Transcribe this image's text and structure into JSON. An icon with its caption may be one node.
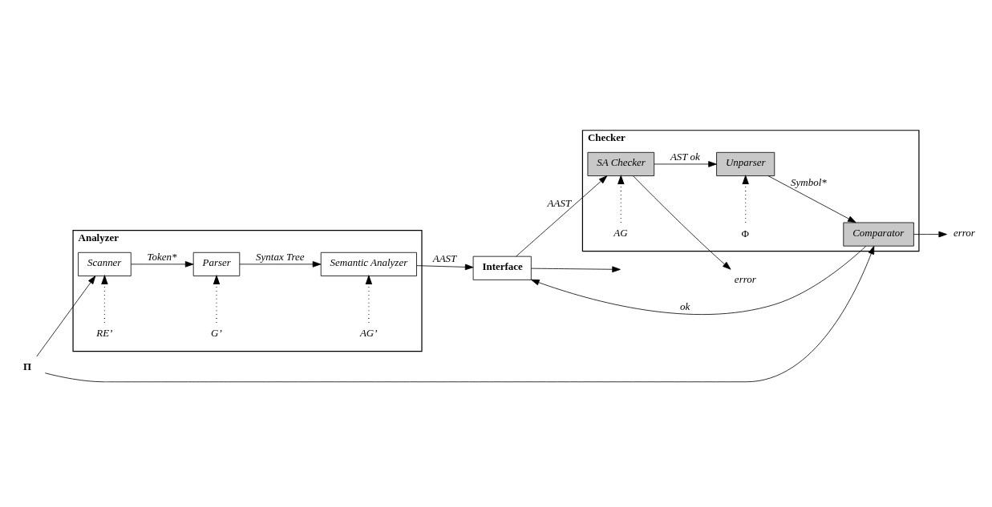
{
  "diagram": {
    "nodes": [
      {
        "text": [
          "Analyzer"
        ]
      },
      {
        "text": [
          "Scanner"
        ],
        "in": 0
      },
      {
        "text": [
          "Parser"
        ],
        "in": 0
      },
      {
        "text": [
          "Semantic Analyzer"
        ],
        "in": 0
      },
      {
        "text": [
          "RE’"
        ],
        "in": 0
      },
      {
        "text": [
          "G’"
        ],
        "in": 0
      },
      {
        "text": [
          "AG’"
        ],
        "in": 0
      },
      {
        "text": [
          "Π"
        ]
      },
      {
        "text": [
          "Interface"
        ]
      },
      {
        "text": [
          "Checker"
        ]
      },
      {
        "text": [
          "Comparator"
        ],
        "in": 9
      },
      {
        "text": [
          "Unparser"
        ],
        "in": 9
      },
      {
        "text": [
          "SA Checker"
        ],
        "in": 9
      },
      {
        "text": [
          "Φ"
        ],
        "in": 9
      },
      {
        "text": [
          "AG"
        ],
        "in": 9
      },
      {
        "text": [
          "error"
        ]
      },
      {
        "text": [
          "error"
        ]
      }
    ],
    "edges": [
      {
        "from": 7,
        "to": 1,
        "arrow": "to"
      },
      {
        "from": 1,
        "to": 2,
        "arrow": "to",
        "label": "Token*"
      },
      {
        "from": 2,
        "to": 3,
        "arrow": "to",
        "label": "Syntax Tree"
      },
      {
        "from": 3,
        "to": 8,
        "arrow": "to",
        "label": "AAST"
      },
      {
        "from": 8,
        "to": null,
        "arrow": "to"
      },
      {
        "from": 4,
        "to": 1,
        "arrow": "to",
        "style": "dashed"
      },
      {
        "from": 5,
        "to": 2,
        "arrow": "to",
        "style": "dashed"
      },
      {
        "from": 6,
        "to": 3,
        "arrow": "to",
        "style": "dashed"
      },
      {
        "from": 8,
        "to": 12,
        "arrow": "to",
        "label": "AAST"
      },
      {
        "from": 12,
        "to": 11,
        "arrow": "to",
        "label": "AST ok"
      },
      {
        "from": 11,
        "to": 10,
        "arrow": "to",
        "label": "Symbol*"
      },
      {
        "from": 10,
        "to": 8,
        "arrow": "to",
        "label": "ok"
      },
      {
        "from": 7,
        "to": 10,
        "arrow": "to"
      },
      {
        "from": 10,
        "to": 15,
        "arrow": "to"
      },
      {
        "from": 12,
        "to": 16,
        "arrow": "to"
      },
      {
        "from": 13,
        "to": 11,
        "arrow": "to",
        "style": "dashed"
      },
      {
        "from": 14,
        "to": 12,
        "arrow": "to",
        "style": "dashed"
      }
    ]
  }
}
